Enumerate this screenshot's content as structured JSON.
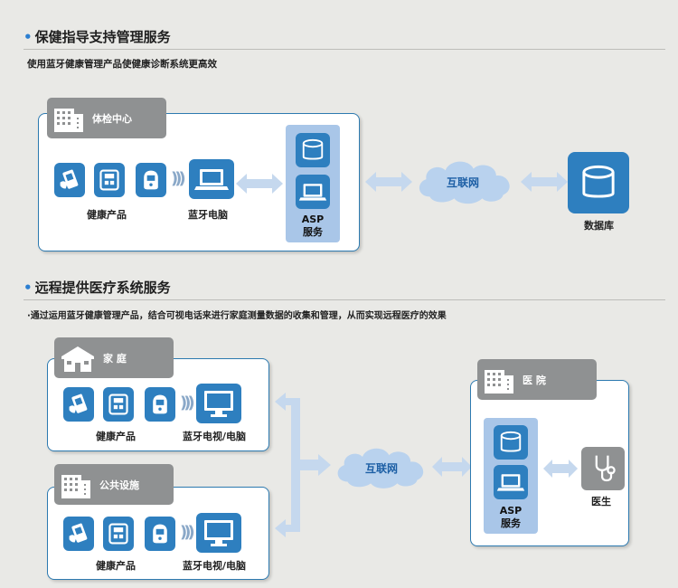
{
  "section1": {
    "title": "保健指导支持管理服务",
    "desc": "使用蓝牙健康管理产品使健康诊断系统更高效",
    "center_tag": "体检中心",
    "health_products": "健康产品",
    "bt_pc": "蓝牙电脑",
    "asp_line1": "ASP",
    "asp_line2": "服务",
    "internet": "互联网",
    "database": "数据库"
  },
  "section2": {
    "title": "远程提供医疗系统服务",
    "desc": "·通过运用蓝牙健康管理产品，结合可视电话来进行家庭测量数据的收集和管理，从而实现远程医疗的效果",
    "home_tag": "家 庭",
    "public_tag": "公共设施",
    "health_products": "健康产品",
    "bt_tv_pc": "蓝牙电视/电脑",
    "internet": "互联网",
    "hospital_tag": "医 院",
    "asp_line1": "ASP",
    "asp_line2": "服务",
    "doctor": "医生"
  },
  "colors": {
    "accent_blue": "#2e7fbf",
    "panel_border": "#2d7ab0",
    "tag_gray": "#8f9192",
    "arrow_light": "#c5d8ee",
    "asp_bg": "#a9c6e8"
  },
  "icons": [
    "building-icon",
    "house-icon",
    "phone-device-icon",
    "scale-device-icon",
    "monitor-device-icon",
    "wireless-icon",
    "laptop-icon",
    "database-icon",
    "cloud-icon",
    "monitor-icon",
    "stethoscope-icon"
  ]
}
